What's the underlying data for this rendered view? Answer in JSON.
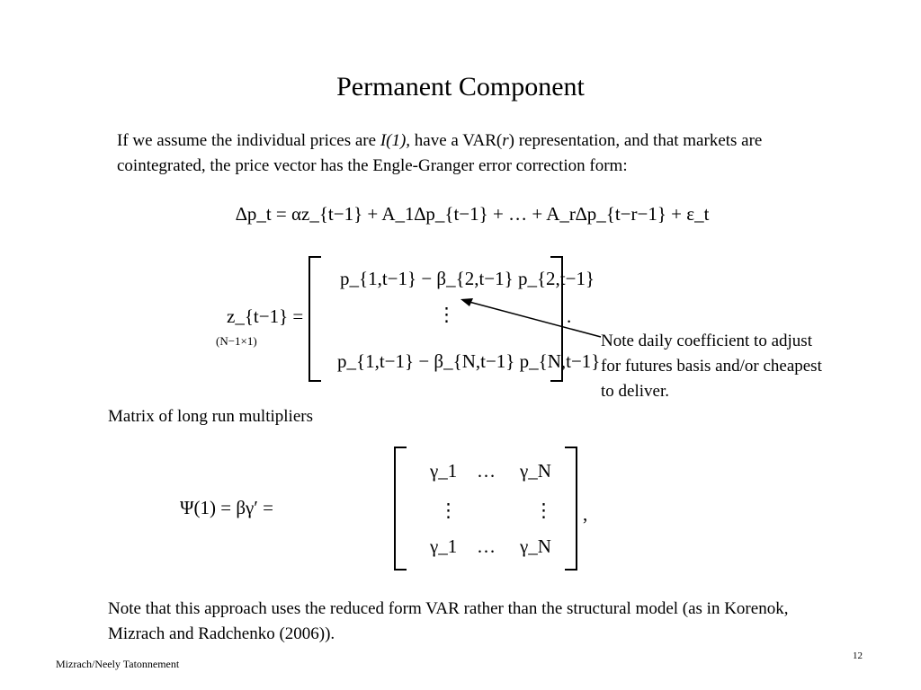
{
  "slide": {
    "title": "Permanent Component",
    "intro": {
      "part1": "If we assume the individual prices are ",
      "italic1": "I(1),",
      "part2": " have a VAR(",
      "italic2": "r",
      "part3": ") representation, and that markets are cointegrated, the price vector has the Engle-Granger error correction form:"
    },
    "ecm_equation": "∆p_t = αz_{t−1} + A_1∆p_{t−1} + … + A_r∆p_{t−r−1} + ε_t",
    "z_vector": {
      "lhs": "z_{t−1} =",
      "dims": "(N−1×1)",
      "row1": "p_{1,t−1} − β_{2,t−1} p_{2,t−1}",
      "row2": "⋮",
      "row3": "p_{1,t−1} − β_{N,t−1} p_{N,t−1}",
      "trailing": "."
    },
    "annotation": "Note daily coefficient to adjust for futures basis and/or cheapest to deliver.",
    "matrix_caption": "Matrix of long run multipliers",
    "psi_matrix": {
      "lhs": "Ψ(1) = βγ′ =",
      "row1": [
        "γ_1",
        "…",
        "γ_N"
      ],
      "row2": [
        "⋮",
        "⋮"
      ],
      "row3": [
        "γ_1",
        "…",
        "γ_N"
      ],
      "trailing": ","
    },
    "closing_note": "Note that this approach uses the reduced form VAR rather than the structural model (as in Korenok, Mizrach and Radchenko (2006)).",
    "footer": {
      "author": "Mizrach/Neely Tatonnement",
      "page_number": "12"
    }
  }
}
